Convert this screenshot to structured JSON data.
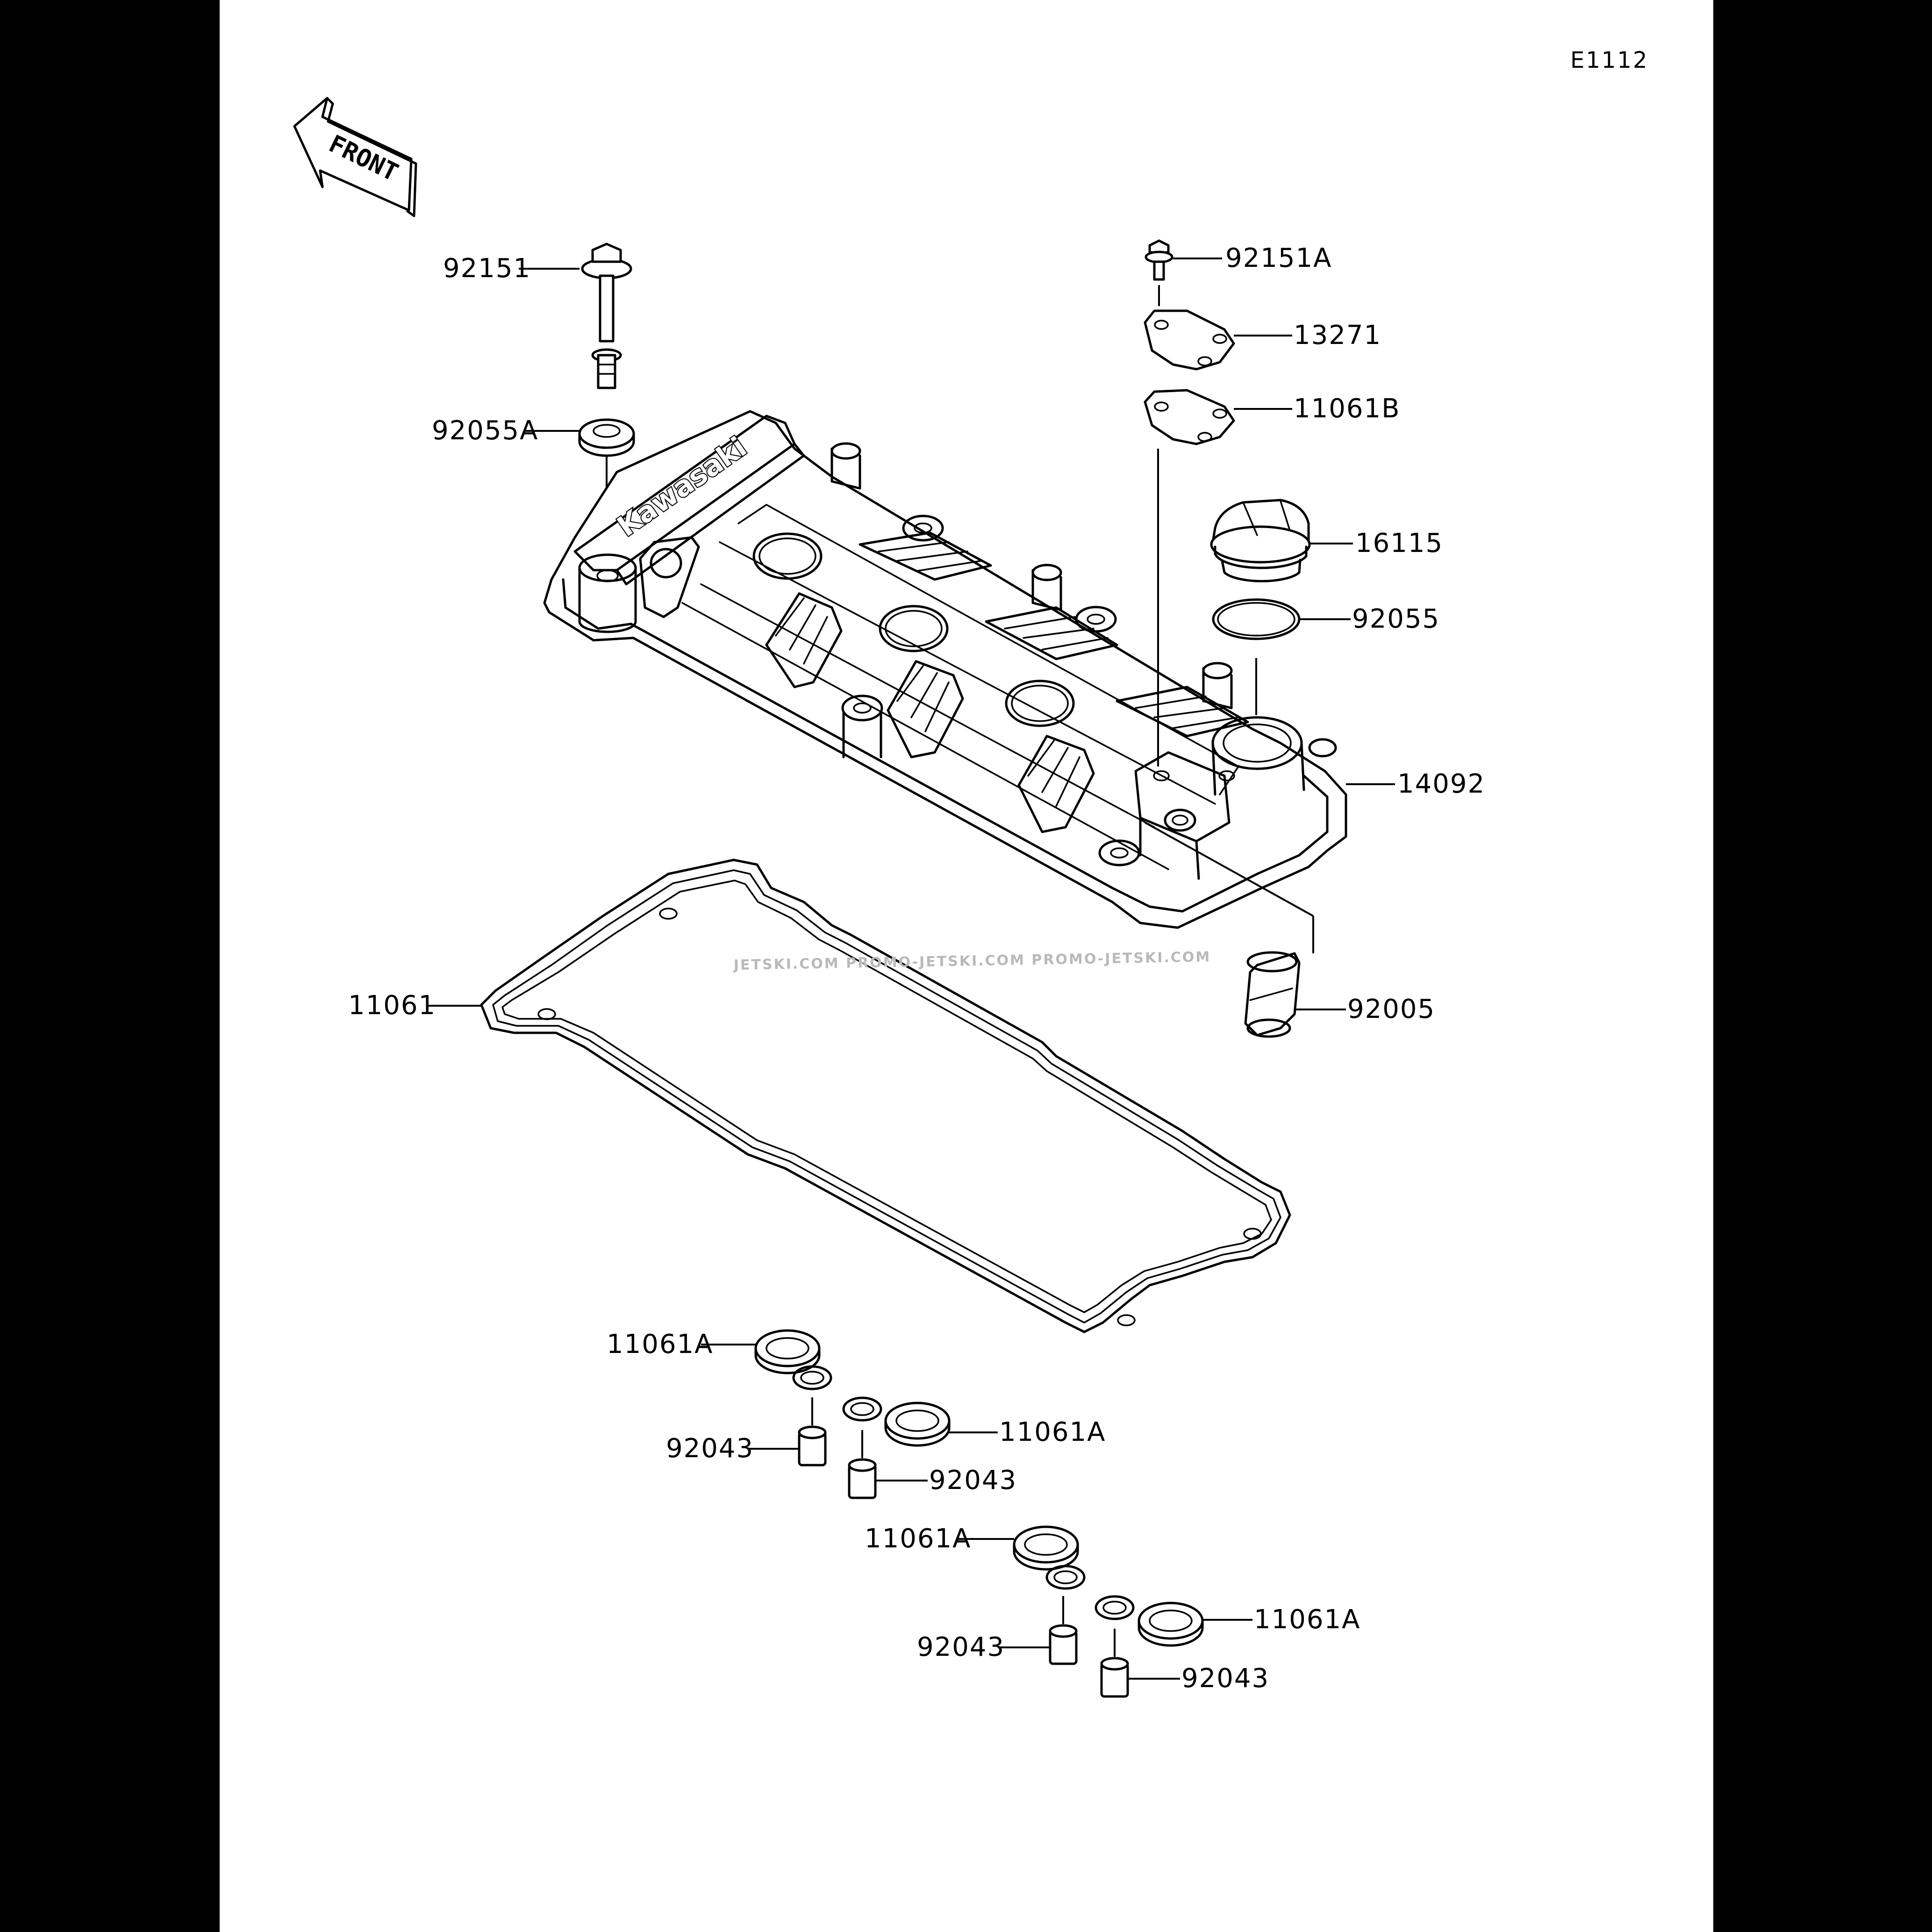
{
  "diagram_code": "E1112",
  "front_label": "FRONT",
  "brand_text": "Kawasaki",
  "watermark": "JETSKI.COM   PROMO-JETSKI.COM   PROMO-JETSKI.COM",
  "parts": [
    {
      "id": "92151",
      "label": "92151"
    },
    {
      "id": "92055A",
      "label": "92055A"
    },
    {
      "id": "92151A",
      "label": "92151A"
    },
    {
      "id": "13271",
      "label": "13271"
    },
    {
      "id": "11061B",
      "label": "11061B"
    },
    {
      "id": "16115",
      "label": "16115"
    },
    {
      "id": "92055",
      "label": "92055"
    },
    {
      "id": "14092",
      "label": "14092"
    },
    {
      "id": "11061",
      "label": "11061"
    },
    {
      "id": "92005",
      "label": "92005"
    },
    {
      "id": "11061A-1",
      "label": "11061A"
    },
    {
      "id": "92043-1",
      "label": "92043"
    },
    {
      "id": "11061A-2",
      "label": "11061A"
    },
    {
      "id": "92043-2",
      "label": "92043"
    },
    {
      "id": "11061A-3",
      "label": "11061A"
    },
    {
      "id": "92043-3",
      "label": "92043"
    },
    {
      "id": "11061A-4",
      "label": "11061A"
    },
    {
      "id": "92043-4",
      "label": "92043"
    }
  ]
}
